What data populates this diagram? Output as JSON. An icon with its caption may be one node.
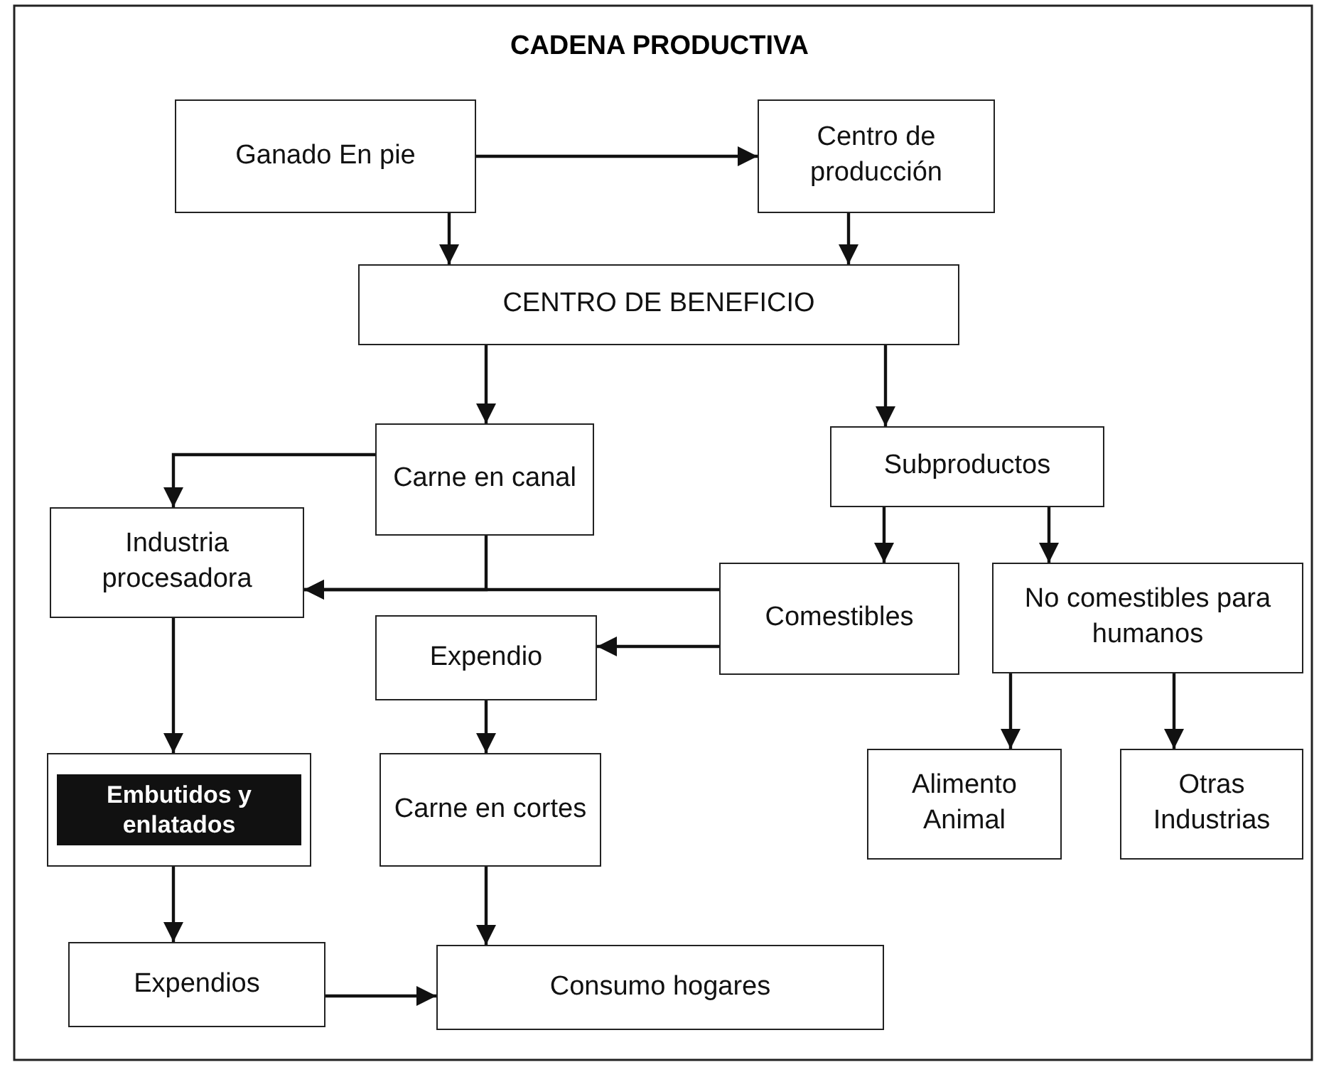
{
  "diagram": {
    "title": "CADENA PRODUCTIVA",
    "nodes": [
      {
        "text": [
          "Ganado En pie"
        ]
      },
      {
        "text": [
          "Centro de producción"
        ]
      },
      {
        "text": [
          "CENTRO DE BENEFICIO"
        ]
      },
      {
        "text": [
          "Carne en canal"
        ]
      },
      {
        "text": [
          "Subproductos"
        ]
      },
      {
        "text": [
          "Industria procesadora"
        ]
      },
      {
        "text": [
          "Comestibles"
        ]
      },
      {
        "text": [
          "No comestibles para humanos"
        ]
      },
      {
        "text": [
          "Expendio"
        ]
      },
      {
        "text": [
          "Embutidos y enlatados"
        ]
      },
      {
        "text": [
          "Carne en cortes"
        ]
      },
      {
        "text": [
          "Alimento Animal"
        ]
      },
      {
        "text": [
          "Otras Industrias"
        ]
      },
      {
        "text": [
          "Expendios"
        ]
      },
      {
        "text": [
          "Consumo hogares"
        ]
      }
    ],
    "edges": [
      {
        "from": 0,
        "to": 1,
        "arrow": "to"
      },
      {
        "from": 0,
        "to": 2,
        "arrow": "to"
      },
      {
        "from": 1,
        "to": 2,
        "arrow": "to"
      },
      {
        "from": 2,
        "to": 3,
        "arrow": "to"
      },
      {
        "from": 2,
        "to": 4,
        "arrow": "to"
      },
      {
        "from": 3,
        "to": 5,
        "arrow": "to"
      },
      {
        "from": 3,
        "to": 5,
        "arrow": "to"
      },
      {
        "from": 6,
        "to": 5,
        "arrow": "to"
      },
      {
        "from": 6,
        "to": 8,
        "arrow": "to"
      },
      {
        "from": 4,
        "to": 6,
        "arrow": "to"
      },
      {
        "from": 4,
        "to": 7,
        "arrow": "to"
      },
      {
        "from": 5,
        "to": 9,
        "arrow": "to"
      },
      {
        "from": 8,
        "to": 10,
        "arrow": "to"
      },
      {
        "from": 7,
        "to": 11,
        "arrow": "to"
      },
      {
        "from": 7,
        "to": 12,
        "arrow": "to"
      },
      {
        "from": 9,
        "to": 13,
        "arrow": "to"
      },
      {
        "from": 10,
        "to": 14,
        "arrow": "to"
      },
      {
        "from": 13,
        "to": 14,
        "arrow": "to"
      }
    ]
  }
}
